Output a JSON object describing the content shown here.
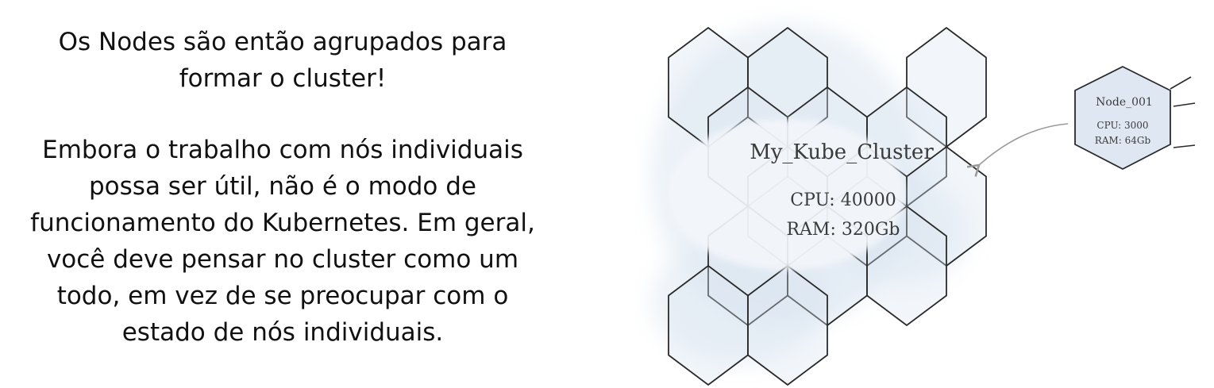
{
  "text": {
    "intro": "Os Nodes são então agrupados para formar o cluster!",
    "body": "Embora o trabalho com nós individuais possa ser útil, não é o modo de funcionamento do Kubernetes. Em geral, você deve pensar no cluster como um todo, em vez de se preocupar com o estado de nós individuais."
  },
  "cluster": {
    "name": "My_Kube_Cluster",
    "cpu": "CPU: 40000",
    "ram": "RAM: 320Gb"
  },
  "node": {
    "name": "Node_001",
    "cpu": "CPU: 3000",
    "ram": "RAM: 64Gb"
  },
  "colors": {
    "hex_fill": "#dbe6f1",
    "hex_stroke": "#2a2a2a",
    "center_glow": "#f3f6fa",
    "arrow": "#9a9a9a"
  }
}
